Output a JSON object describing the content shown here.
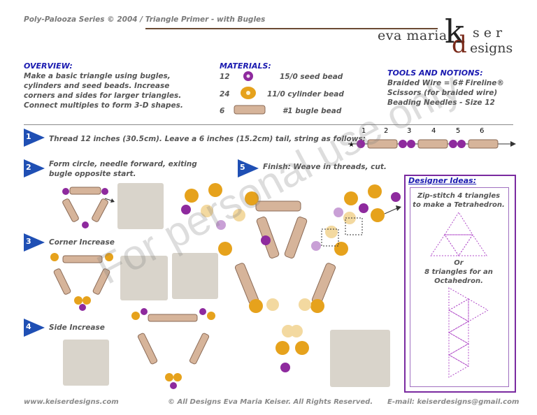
{
  "header": {
    "series": "Poly-Palooza Series © 2004 / Triangle Primer - with Bugles",
    "brand_name": "eva maria",
    "brand_k": "k",
    "brand_d": "d",
    "brand_ser": "ser",
    "brand_designs": "esigns"
  },
  "overview": {
    "title": "OVERVIEW:",
    "lines": [
      "Make a basic triangle using bugles,",
      "cylinders and seed beads.  Increase",
      "corners and sides for larger triangles.",
      "Connect multiples to form 3-D shapes."
    ]
  },
  "materials": {
    "title": "MATERIALS:",
    "items": [
      {
        "qty": "12",
        "name": "15/0 seed bead"
      },
      {
        "qty": "24",
        "name": "11/0 cylinder bead"
      },
      {
        "qty": "6",
        "name": "#1 bugle bead"
      }
    ]
  },
  "tools": {
    "title": "TOOLS AND NOTIONS:",
    "lines": [
      "Braided Wire = 6# Fireline®",
      "Scissors (for braided wire)",
      "Beading Needles - Size 12"
    ]
  },
  "steps": {
    "s1": {
      "num": "1",
      "text": "Thread 12 inches (30.5cm). Leave a 6 inches (15.2cm) tail, string as follows:"
    },
    "s2": {
      "num": "2",
      "line1": "Form circle, needle forward, exiting",
      "line2": "bugle opposite start."
    },
    "s3": {
      "num": "3",
      "text": "Corner Increase"
    },
    "s4": {
      "num": "4",
      "text": "Side Increase"
    },
    "s5": {
      "num": "5",
      "text": "Finish: Weave in threads, cut."
    }
  },
  "strand_labels": [
    "1",
    "2",
    "3",
    "4",
    "5",
    "6"
  ],
  "designer": {
    "title": "Designer Ideas:",
    "line1": "Zip-stitch 4 triangles",
    "line2": "to make a Tetrahedron.",
    "or": "Or",
    "line3": "8 triangles for an",
    "line4": "Octahedron."
  },
  "watermark": "For personal use only",
  "footer": {
    "website": "www.keiserdesigns.com",
    "copyright": "© All Designs Eva Maria Keiser. All Rights Reserved.",
    "email": "E-mail: keiserdesigns@gmail.com"
  },
  "colors": {
    "seed_bead": "#8e2a9e",
    "cylinder_bead": "#e6a21c",
    "bugle_bead": "#d6b49a",
    "heading_blue": "#1a1ab0",
    "step_arrow": "#1f4fb4"
  }
}
